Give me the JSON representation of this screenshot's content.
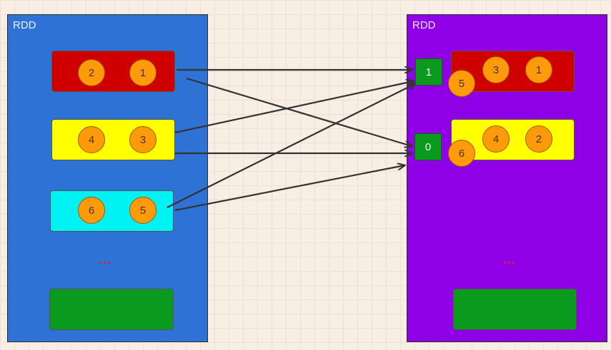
{
  "left_rdd": {
    "title": "RDD",
    "partitions": [
      {
        "color": "#d10000",
        "items": [
          "2",
          "1"
        ]
      },
      {
        "color": "#ffff00",
        "items": [
          "4",
          "3"
        ]
      },
      {
        "color": "#00f2f2",
        "items": [
          "6",
          "5"
        ]
      }
    ],
    "ellipsis": "...",
    "extra_partition_color": "#0a9a1e"
  },
  "right_rdd": {
    "title": "RDD",
    "buckets": [
      "1",
      "0"
    ],
    "partitions": [
      {
        "color": "#d10000",
        "items": [
          "3",
          "1"
        ],
        "overflow_item": "5"
      },
      {
        "color": "#ffff00",
        "items": [
          "4",
          "2"
        ],
        "overflow_item": "6"
      }
    ],
    "ellipsis": "...",
    "extra_partition_color": "#0a9a1e"
  },
  "colors": {
    "left_background": "#2f72d6",
    "right_background": "#9000e6",
    "circle_fill": "#ff9a0a",
    "arrow": "#333333"
  }
}
